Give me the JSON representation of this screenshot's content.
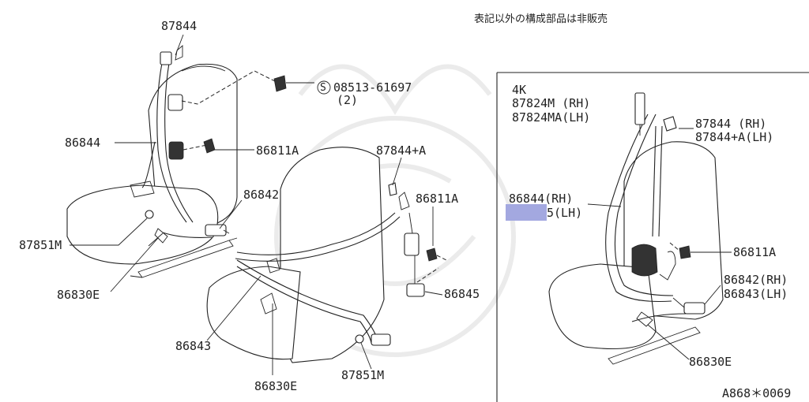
{
  "note": "表記以外の構成部品は非販売",
  "footer_code": "A868＊0069",
  "colors": {
    "line": "#222222",
    "highlight": "#a3a8e0",
    "background": "#ffffff"
  },
  "main_labels": {
    "top_anchor_clip": "87844",
    "bolt_symbol": "S",
    "bolt_part": "08513-61697",
    "bolt_qty": "(2)",
    "belt_assembly": "86844",
    "anchor_bolt": "86811A",
    "buckle": "86842",
    "bolt_cover": "87851M",
    "buckle_stalk": "86830E"
  },
  "rear_labels": {
    "clip": "87844+A",
    "anchor_bolt": "86811A",
    "retractor": "86845",
    "buckle": "86843",
    "buckle_stalk": "86830E",
    "bolt_cover": "87851M"
  },
  "inset": {
    "variant": "4K",
    "adjuster_rh": "87824M (RH)",
    "adjuster_lh": "87824MA(LH)",
    "clip_rh": "87844   (RH)",
    "clip_lh": "87844+A(LH)",
    "belt_rh": "86844(RH)",
    "belt_lh_partial": "5(LH)",
    "anchor_bolt": "86811A",
    "buckle_rh": "86842(RH)",
    "buckle_lh": "86843(LH)",
    "buckle_stalk": "86830E"
  }
}
